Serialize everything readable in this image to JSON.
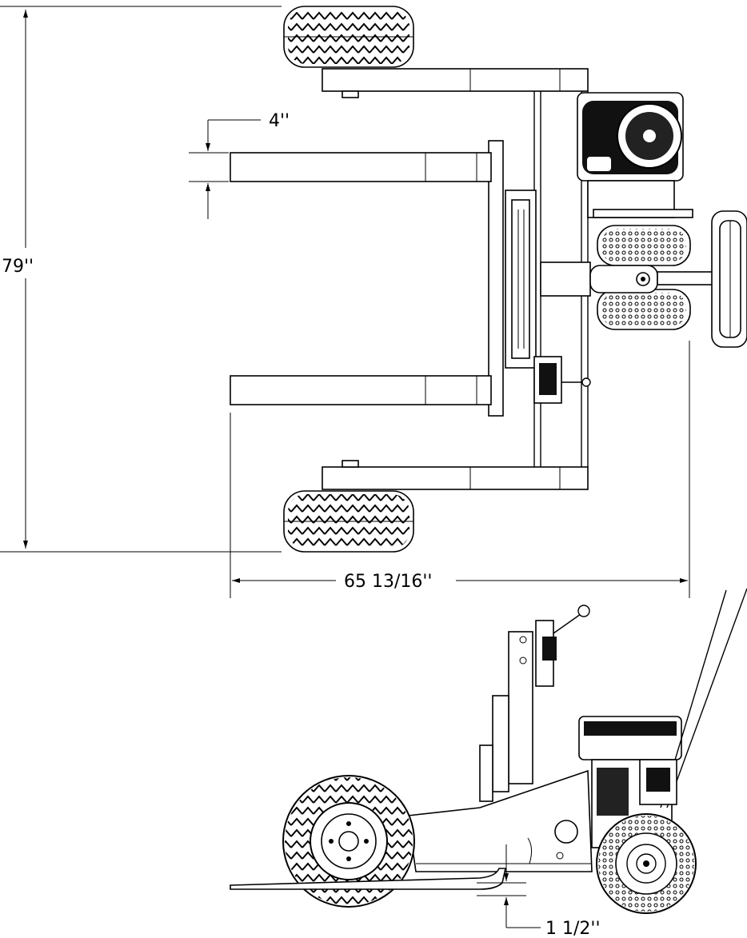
{
  "drawing": {
    "views": [
      "top-view",
      "side-view"
    ],
    "dimensions": {
      "overall_length": "79''",
      "overall_width": "65 13/16''",
      "fork_width": "4''",
      "fork_clearance": "1 1/2''"
    }
  }
}
